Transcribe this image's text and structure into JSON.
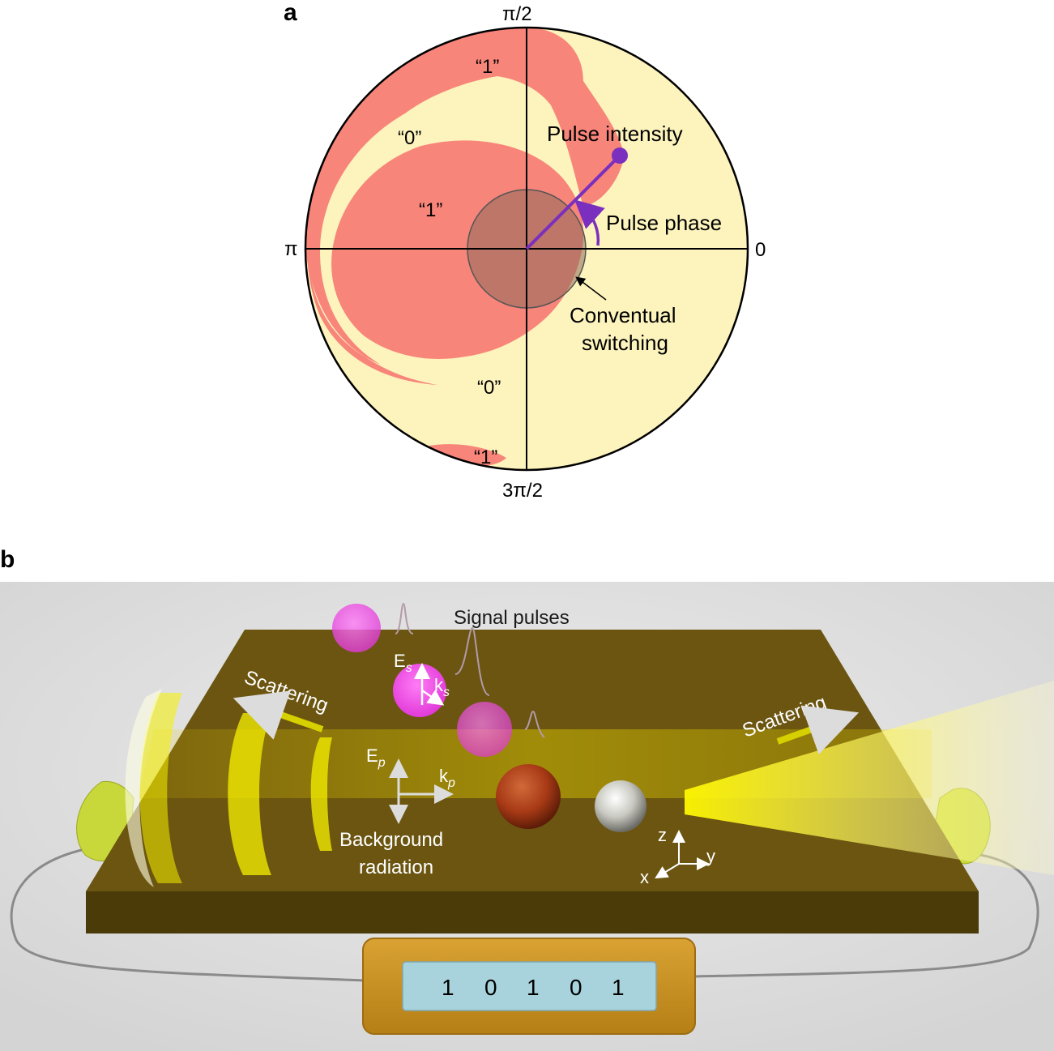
{
  "panel_a": {
    "label": "a",
    "axis_top": "π/2",
    "axis_bottom": "3π/2",
    "axis_left": "π",
    "axis_right": "0",
    "region_labels": [
      "“1”",
      "“0”",
      "“1”",
      "“0”",
      "“1”"
    ],
    "pulse_intensity": "Pulse intensity",
    "pulse_phase": "Pulse phase",
    "conventional_line1": "Conventual",
    "conventional_line2": "switching",
    "colors": {
      "one_region": "#f8857a",
      "zero_region": "#fdf4bd",
      "arrow": "#7b2fbe"
    }
  },
  "panel_b": {
    "label": "b",
    "signal_pulses": "Signal pulses",
    "scattering_left": "Scattering",
    "scattering_right": "Scattering",
    "e_s": "E",
    "e_s_sub": "s",
    "k_s": "k",
    "k_s_sub": "s",
    "e_p": "E",
    "e_p_sub": "p",
    "k_p": "k",
    "k_p_sub": "p",
    "background_line1": "Background",
    "background_line2": "radiation",
    "axis_z": "z",
    "axis_y": "y",
    "axis_x": "x",
    "display_bits": [
      "1",
      "0",
      "1",
      "0",
      "1"
    ],
    "colors": {
      "slab": "#6b5510",
      "beam": "#f5f000",
      "pulse": "#ee44e6",
      "display": "#a9d3dc",
      "box": "#c8901f"
    }
  }
}
